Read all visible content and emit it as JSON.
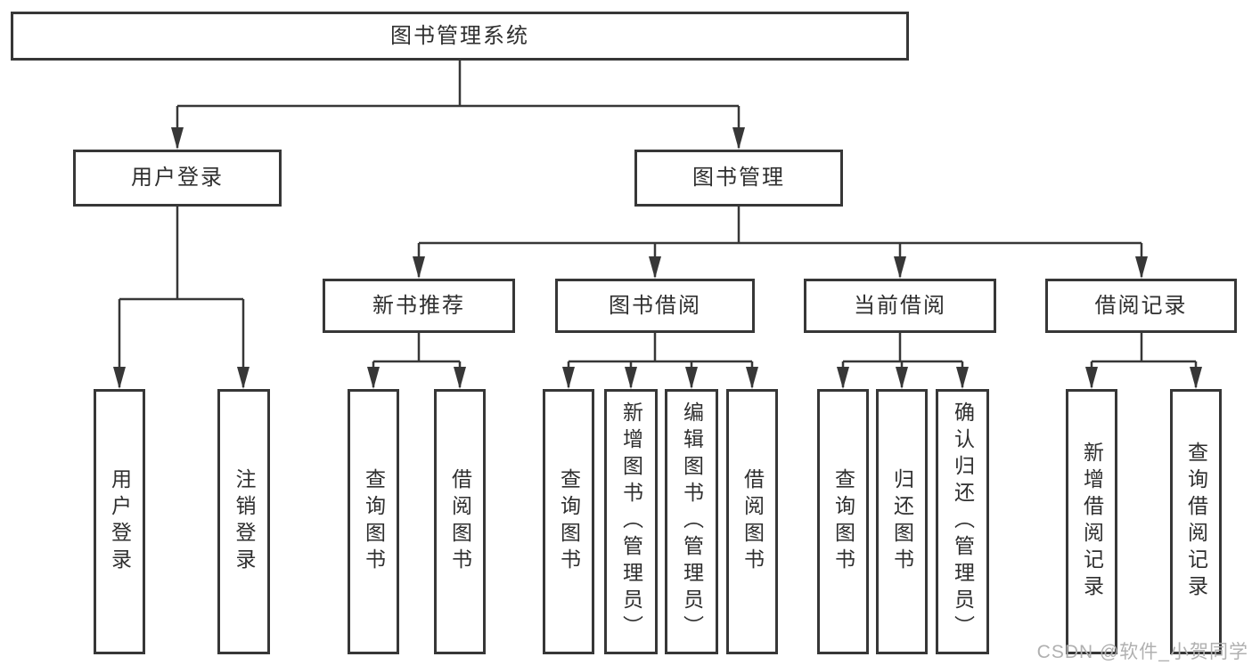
{
  "diagram": {
    "type": "hierarchy-tree",
    "title": "图书管理系统"
  },
  "colors": {
    "line": "#373737",
    "text": "#2f2f2f",
    "background": "#ffffff",
    "watermark": "#b0b0b0"
  },
  "watermark": "CSDN @软件_小贺同学",
  "nodes": {
    "root": {
      "label": "图书管理系统"
    },
    "user_login": {
      "label": "用户登录"
    },
    "book_mgmt": {
      "label": "图书管理"
    },
    "new_book_rec": {
      "label": "新书推荐"
    },
    "book_borrow": {
      "label": "图书借阅"
    },
    "current_borrow": {
      "label": "当前借阅"
    },
    "borrow_records": {
      "label": "借阅记录"
    },
    "leaf_user_login": {
      "label": "用户登录"
    },
    "leaf_logout": {
      "label": "注销登录"
    },
    "rec_query_books": {
      "label": "查询图书"
    },
    "rec_borrow_books": {
      "label": "借阅图书"
    },
    "bb_query_books": {
      "label": "查询图书"
    },
    "bb_add_books": {
      "label": "新增图书（管理员）"
    },
    "bb_edit_books": {
      "label": "编辑图书（管理员）"
    },
    "bb_borrow_books": {
      "label": "借阅图书"
    },
    "cb_query_books": {
      "label": "查询图书"
    },
    "cb_return_books": {
      "label": "归还图书"
    },
    "cb_confirm_return": {
      "label": "确认归还（管理员）"
    },
    "br_add_record": {
      "label": "新增借阅记录"
    },
    "br_query_record": {
      "label": "查询借阅记录"
    }
  },
  "edges": [
    "图书管理系统->用户登录",
    "图书管理系统->图书管理",
    "用户登录->用户登录",
    "用户登录->注销登录",
    "图书管理->新书推荐",
    "图书管理->图书借阅",
    "图书管理->当前借阅",
    "图书管理->借阅记录",
    "新书推荐->查询图书",
    "新书推荐->借阅图书",
    "图书借阅->查询图书",
    "图书借阅->新增图书（管理员）",
    "图书借阅->编辑图书（管理员）",
    "图书借阅->借阅图书",
    "当前借阅->查询图书",
    "当前借阅->归还图书",
    "当前借阅->确认归还（管理员）",
    "借阅记录->新增借阅记录",
    "借阅记录->查询借阅记录"
  ]
}
